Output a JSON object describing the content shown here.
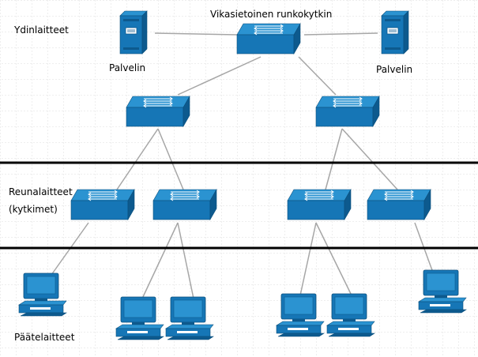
{
  "labels": {
    "core_devices": "Ydinlaitteet",
    "core_switch": "Vikasietoinen runkokytkin",
    "server_left": "Palvelin",
    "server_right": "Palvelin",
    "edge_devices_line1": "Reunalaitteet",
    "edge_devices_line2": "(kytkimet)",
    "end_devices": "Päätelaitteet"
  },
  "colors": {
    "device_face": "#1676b6",
    "device_top": "#2b93d1",
    "device_side": "#0d5a8e",
    "link": "#a6a6a6",
    "separator": "#000000",
    "grid": "#dcdcdc"
  },
  "icons": {
    "switch": "network-switch-icon",
    "server": "server-tower-icon",
    "workstation": "workstation-computer-icon"
  }
}
